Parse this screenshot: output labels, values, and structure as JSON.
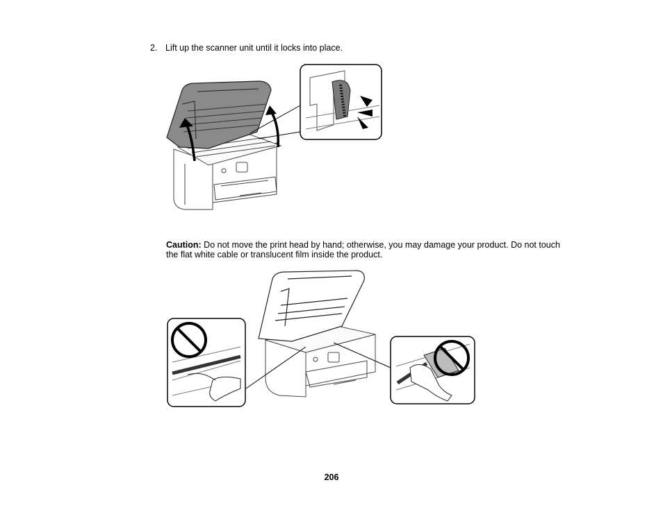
{
  "step": {
    "number": "2.",
    "text": "Lift up the scanner unit until it locks into place."
  },
  "caution": {
    "label": "Caution:",
    "text": " Do not move the print head by hand; otherwise, you may damage your product. Do not touch the flat white cable or translucent film inside the product."
  },
  "page_number": "206"
}
